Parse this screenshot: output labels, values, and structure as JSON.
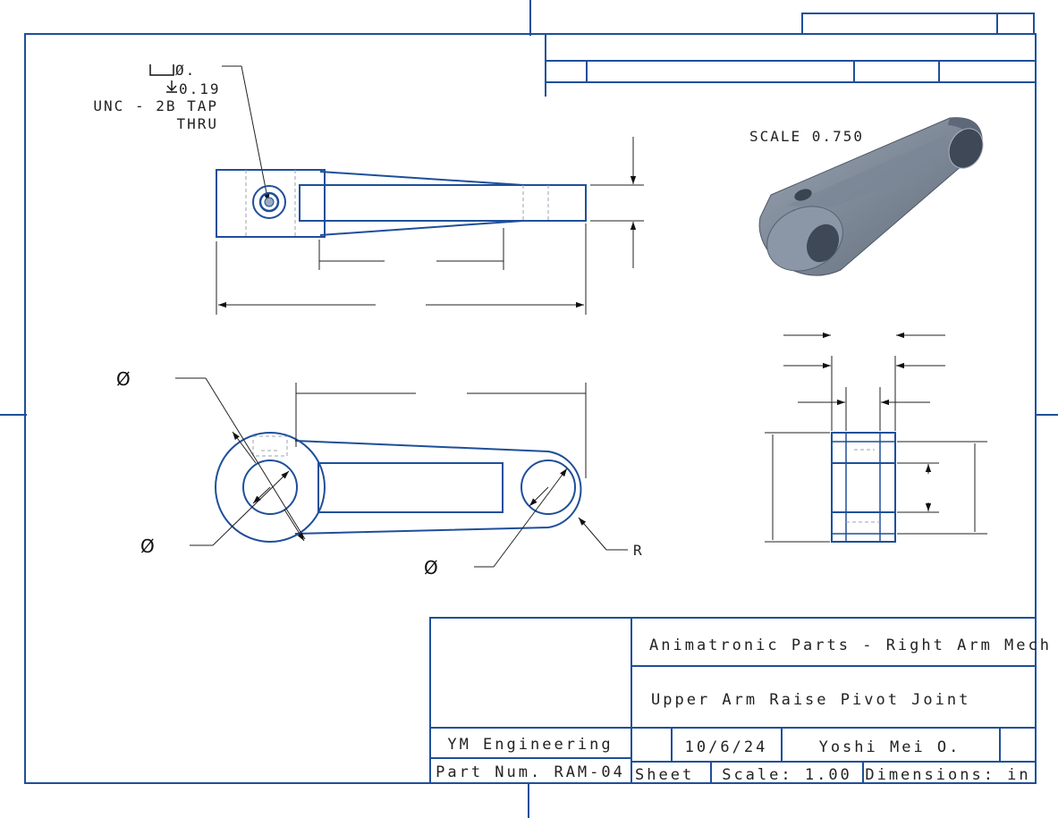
{
  "note": {
    "line1": "Ø.",
    "line2": "0.19",
    "line3": "UNC - 2B TAP",
    "line4": "THRU"
  },
  "iso_view": {
    "scale_label": "SCALE 0.750"
  },
  "symbols": {
    "diameter": "Ø",
    "radius": "R"
  },
  "title_block": {
    "project": "Animatronic Parts - Right Arm Mech",
    "part_title": "Upper Arm Raise Pivot Joint",
    "company": "YM Engineering",
    "part_number": "Part Num. RAM-04",
    "date": "10/6/24",
    "author": "Yoshi Mei O.",
    "sheet": "Sheet",
    "scale": "Scale: 1.00",
    "dimensions": "Dimensions: in"
  },
  "colors": {
    "border": "#1f4f9a",
    "part_gray": "#7f8a99"
  }
}
